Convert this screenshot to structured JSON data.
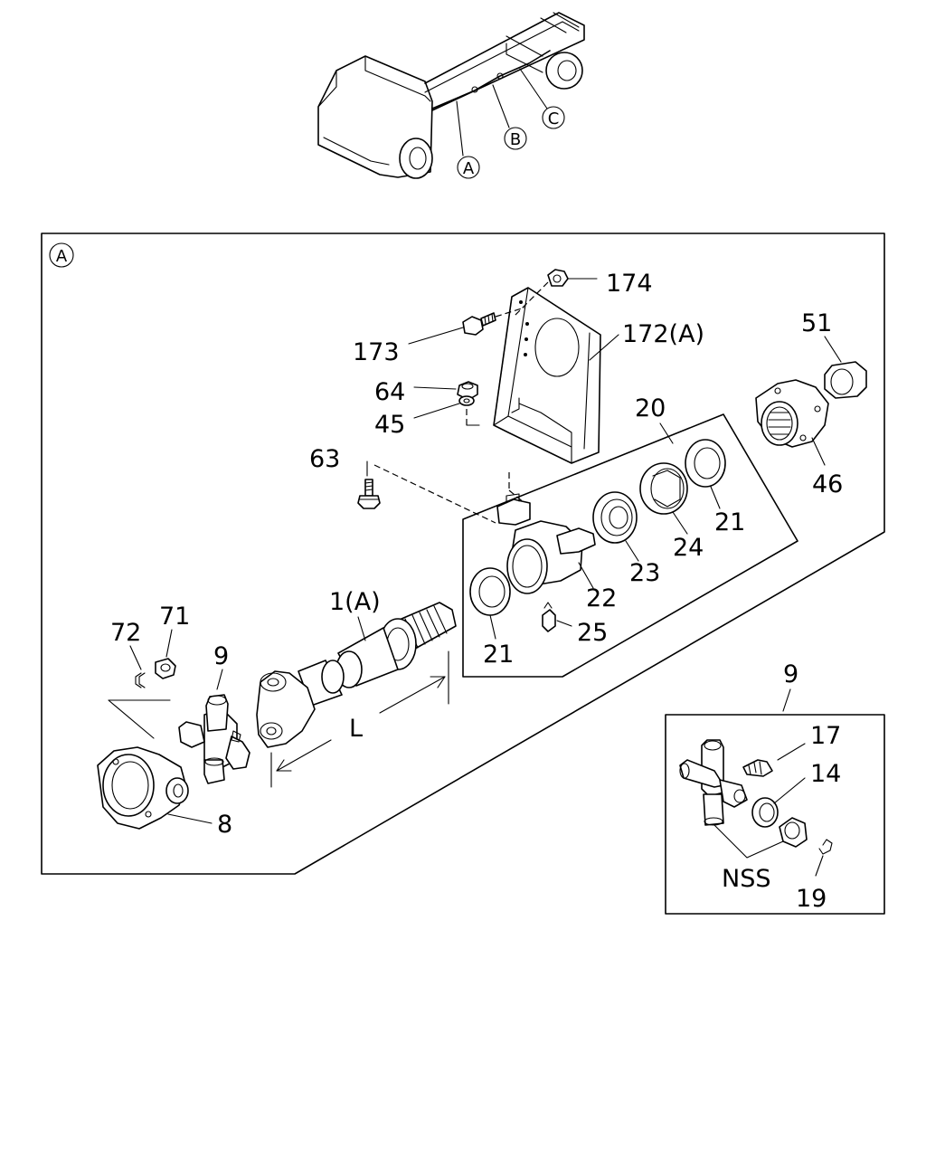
{
  "overview": {
    "markers": [
      "A",
      "B",
      "C"
    ]
  },
  "detail_a": {
    "marker": "A",
    "labels": {
      "p174": "174",
      "p173": "173",
      "p172a": "172(A)",
      "p51": "51",
      "p64": "64",
      "p45": "45",
      "p20": "20",
      "p63": "63",
      "p46": "46",
      "p21_upper": "21",
      "p24": "24",
      "p23": "23",
      "p22": "22",
      "p1a": "1(A)",
      "p71": "71",
      "p72": "72",
      "p9": "9",
      "p25": "25",
      "p21_lower": "21",
      "pL": "L",
      "p8": "8"
    }
  },
  "ujoint_detail": {
    "title": "9",
    "labels": {
      "p17": "17",
      "p14": "14",
      "nss": "NSS",
      "p19": "19"
    }
  }
}
